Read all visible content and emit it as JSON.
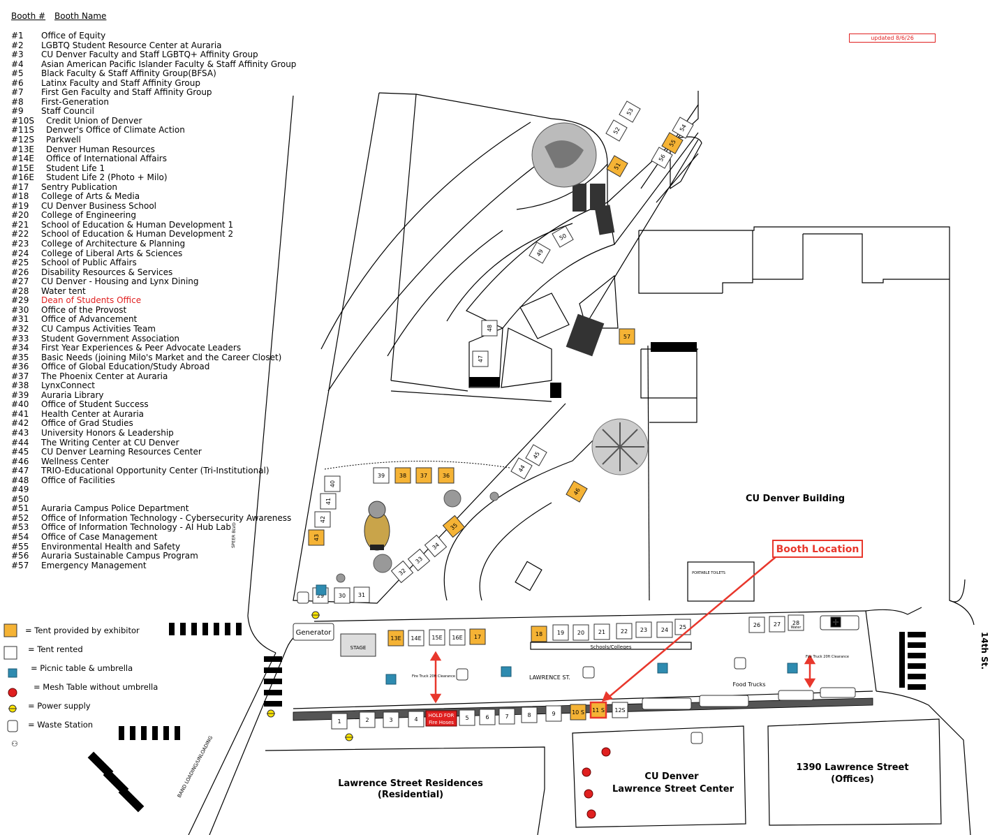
{
  "legend_header": {
    "num_label": "Booth #",
    "name_label": "Booth Name"
  },
  "updated_note": "updated 8/6/26",
  "booths": [
    {
      "num": "#1",
      "name": "Office of Equity"
    },
    {
      "num": "#2",
      "name": "LGBTQ Student Resource Center at Auraria"
    },
    {
      "num": "#3",
      "name": "CU Denver Faculty and Staff LGBTQ+ Affinity Group"
    },
    {
      "num": "#4",
      "name": "Asian American Pacific Islander Faculty & Staff Affinity Group"
    },
    {
      "num": "#5",
      "name": "Black Faculty & Staff Affinity Group(BFSA)"
    },
    {
      "num": "#6",
      "name": "Latinx Faculty and Staff Affinity Group"
    },
    {
      "num": "#7",
      "name": "First Gen Faculty and Staff Affinity Group"
    },
    {
      "num": "#8",
      "name": "First-Generation"
    },
    {
      "num": "#9",
      "name": "Staff Council"
    },
    {
      "num": "#10S",
      "name": "Credit Union of Denver"
    },
    {
      "num": "#11S",
      "name": "Denver's Office of Climate Action"
    },
    {
      "num": "#12S",
      "name": "Parkwell"
    },
    {
      "num": "#13E",
      "name": "Denver Human Resources"
    },
    {
      "num": "#14E",
      "name": "Office of International Affairs"
    },
    {
      "num": "#15E",
      "name": "Student Life 1"
    },
    {
      "num": "#16E",
      "name": "Student Life 2 (Photo + Milo)"
    },
    {
      "num": "#17",
      "name": "Sentry Publication"
    },
    {
      "num": "#18",
      "name": "College of Arts & Media"
    },
    {
      "num": "#19",
      "name": "CU Denver Business School"
    },
    {
      "num": "#20",
      "name": "College of Engineering"
    },
    {
      "num": "#21",
      "name": "School of Education & Human Development 1"
    },
    {
      "num": "#22",
      "name": "School of Education & Human Development 2"
    },
    {
      "num": "#23",
      "name": "College of Architecture & Planning"
    },
    {
      "num": "#24",
      "name": "College of Liberal Arts & Sciences"
    },
    {
      "num": "#25",
      "name": "School of Public Affairs"
    },
    {
      "num": "#26",
      "name": "Disability Resources & Services"
    },
    {
      "num": "#27",
      "name": "CU Denver - Housing and Lynx Dining"
    },
    {
      "num": "#28",
      "name": "Water tent"
    },
    {
      "num": "#29",
      "name": "Dean of Students Office",
      "highlight": true
    },
    {
      "num": "#30",
      "name": "Office of the Provost"
    },
    {
      "num": "#31",
      "name": "Office of Advancement"
    },
    {
      "num": "#32",
      "name": "CU Campus Activities Team"
    },
    {
      "num": "#33",
      "name": "Student Government Association"
    },
    {
      "num": "#34",
      "name": "First Year Experiences & Peer Advocate Leaders"
    },
    {
      "num": "#35",
      "name": "Basic Needs (joining Milo's Market and the Career Closet)"
    },
    {
      "num": "#36",
      "name": "Office of Global Education/Study Abroad"
    },
    {
      "num": "#37",
      "name": "The Phoenix Center at Auraria"
    },
    {
      "num": "#38",
      "name": "LynxConnect"
    },
    {
      "num": "#39",
      "name": "Auraria Library"
    },
    {
      "num": "#40",
      "name": "Office of Student Success"
    },
    {
      "num": "#41",
      "name": "Health Center at Auraria"
    },
    {
      "num": "#42",
      "name": "Office of Grad Studies"
    },
    {
      "num": "#43",
      "name": "University Honors & Leadership"
    },
    {
      "num": "#44",
      "name": "The Writing Center at CU Denver"
    },
    {
      "num": "#45",
      "name": "CU Denver Learning Resources Center"
    },
    {
      "num": "#46",
      "name": "Wellness Center"
    },
    {
      "num": "#47",
      "name": "TRIO-Educational Opportunity Center (Tri-Institutional)"
    },
    {
      "num": "#48",
      "name": "Office of Facilities"
    },
    {
      "num": "#49",
      "name": ""
    },
    {
      "num": "#50",
      "name": ""
    },
    {
      "num": "#51",
      "name": "Auraria Campus Police Department"
    },
    {
      "num": "#52",
      "name": "Office of Information Technology - Cybersecurity Awareness"
    },
    {
      "num": "#53",
      "name": "Office of Information Technology - AI Hub Lab"
    },
    {
      "num": "#54",
      "name": "Office of Case Management"
    },
    {
      "num": "#55",
      "name": "Environmental Health and Safety"
    },
    {
      "num": "#56",
      "name": "Auraria Sustainable Campus Program"
    },
    {
      "num": "#57",
      "name": "Emergency Management"
    }
  ],
  "key": [
    {
      "symbol": "orange-square",
      "label": "= Tent provided by exhibitor"
    },
    {
      "symbol": "white-square",
      "label": "= Tent rented"
    },
    {
      "symbol": "blue-square",
      "label": "= Picnic table & umbrella"
    },
    {
      "symbol": "red-cross",
      "label": "= Mesh Table without umbrella"
    },
    {
      "symbol": "power",
      "label": "= Power supply"
    },
    {
      "symbol": "trash",
      "label": "= Waste Station"
    },
    {
      "symbol": "restroom",
      "label": ""
    }
  ],
  "map_labels": {
    "cu_denver_building": "CU Denver Building",
    "booth_location": "Booth Location",
    "lawrence_st": "LAWRENCE ST.",
    "schools_colleges": "Schools/Colleges",
    "food_trucks": "Food Trucks",
    "fire_truck_left": "Fire Truck 20ft Clearance",
    "fire_truck_right": "Fire Truck 20ft Clearance",
    "hold_for": "HOLD FOR",
    "fire_hoses": "Fire Hoses",
    "generator": "Generator",
    "stage": "STAGE",
    "water": "Water",
    "portable_toilets": "PORTABLE TOILETS",
    "speer": "SPEER BLVD",
    "band_loading": "BAND LOADING/UNLOADING",
    "fourteenth": "14th St.",
    "lawrence_residences_1": "Lawrence Street Residences",
    "lawrence_residences_2": "(Residential)",
    "lawrence_center_1": "CU Denver",
    "lawrence_center_2": "Lawrence Street Center",
    "offices_1": "1390 Lawrence Street",
    "offices_2": "(Offices)"
  },
  "colors": {
    "exhibitor_tent": "#f5b335",
    "rented_tent": "#ffffff",
    "picnic": "#2e8bb0",
    "highlight": "#e02020",
    "accent_red": "#e8372c"
  },
  "tents": [
    {
      "label": "1",
      "type": "rented"
    },
    {
      "label": "2",
      "type": "rented"
    },
    {
      "label": "3",
      "type": "rented"
    },
    {
      "label": "4",
      "type": "rented"
    },
    {
      "label": "5",
      "type": "rented"
    },
    {
      "label": "6",
      "type": "rented"
    },
    {
      "label": "7",
      "type": "rented"
    },
    {
      "label": "8",
      "type": "rented"
    },
    {
      "label": "9",
      "type": "rented"
    },
    {
      "label": "10 S",
      "type": "exhibitor"
    },
    {
      "label": "11 S",
      "type": "exhibitor"
    },
    {
      "label": "12S",
      "type": "rented"
    },
    {
      "label": "13E",
      "type": "exhibitor"
    },
    {
      "label": "14E",
      "type": "rented"
    },
    {
      "label": "15E",
      "type": "rented"
    },
    {
      "label": "16E",
      "type": "rented"
    },
    {
      "label": "17",
      "type": "exhibitor"
    },
    {
      "label": "18",
      "type": "exhibitor"
    },
    {
      "label": "19",
      "type": "rented"
    },
    {
      "label": "20",
      "type": "rented"
    },
    {
      "label": "21",
      "type": "rented"
    },
    {
      "label": "22",
      "type": "rented"
    },
    {
      "label": "23",
      "type": "rented"
    },
    {
      "label": "24",
      "type": "rented"
    },
    {
      "label": "25",
      "type": "rented"
    },
    {
      "label": "26",
      "type": "rented"
    },
    {
      "label": "27",
      "type": "rented"
    },
    {
      "label": "28",
      "type": "rented"
    },
    {
      "label": "29",
      "type": "rented"
    },
    {
      "label": "30",
      "type": "rented"
    },
    {
      "label": "31",
      "type": "rented"
    },
    {
      "label": "32",
      "type": "rented"
    },
    {
      "label": "33",
      "type": "rented"
    },
    {
      "label": "34",
      "type": "rented"
    },
    {
      "label": "35",
      "type": "exhibitor"
    },
    {
      "label": "36",
      "type": "exhibitor"
    },
    {
      "label": "37",
      "type": "exhibitor"
    },
    {
      "label": "38",
      "type": "exhibitor"
    },
    {
      "label": "39",
      "type": "rented"
    },
    {
      "label": "40",
      "type": "rented"
    },
    {
      "label": "41",
      "type": "rented"
    },
    {
      "label": "42",
      "type": "rented"
    },
    {
      "label": "43",
      "type": "exhibitor"
    },
    {
      "label": "44",
      "type": "rented"
    },
    {
      "label": "45",
      "type": "rented"
    },
    {
      "label": "46",
      "type": "exhibitor"
    },
    {
      "label": "47",
      "type": "rented"
    },
    {
      "label": "48",
      "type": "rented"
    },
    {
      "label": "49",
      "type": "rented"
    },
    {
      "label": "50",
      "type": "rented"
    },
    {
      "label": "51",
      "type": "exhibitor"
    },
    {
      "label": "52",
      "type": "rented"
    },
    {
      "label": "53",
      "type": "rented"
    },
    {
      "label": "54",
      "type": "rented"
    },
    {
      "label": "55",
      "type": "exhibitor"
    },
    {
      "label": "56",
      "type": "rented"
    },
    {
      "label": "57",
      "type": "exhibitor"
    }
  ]
}
